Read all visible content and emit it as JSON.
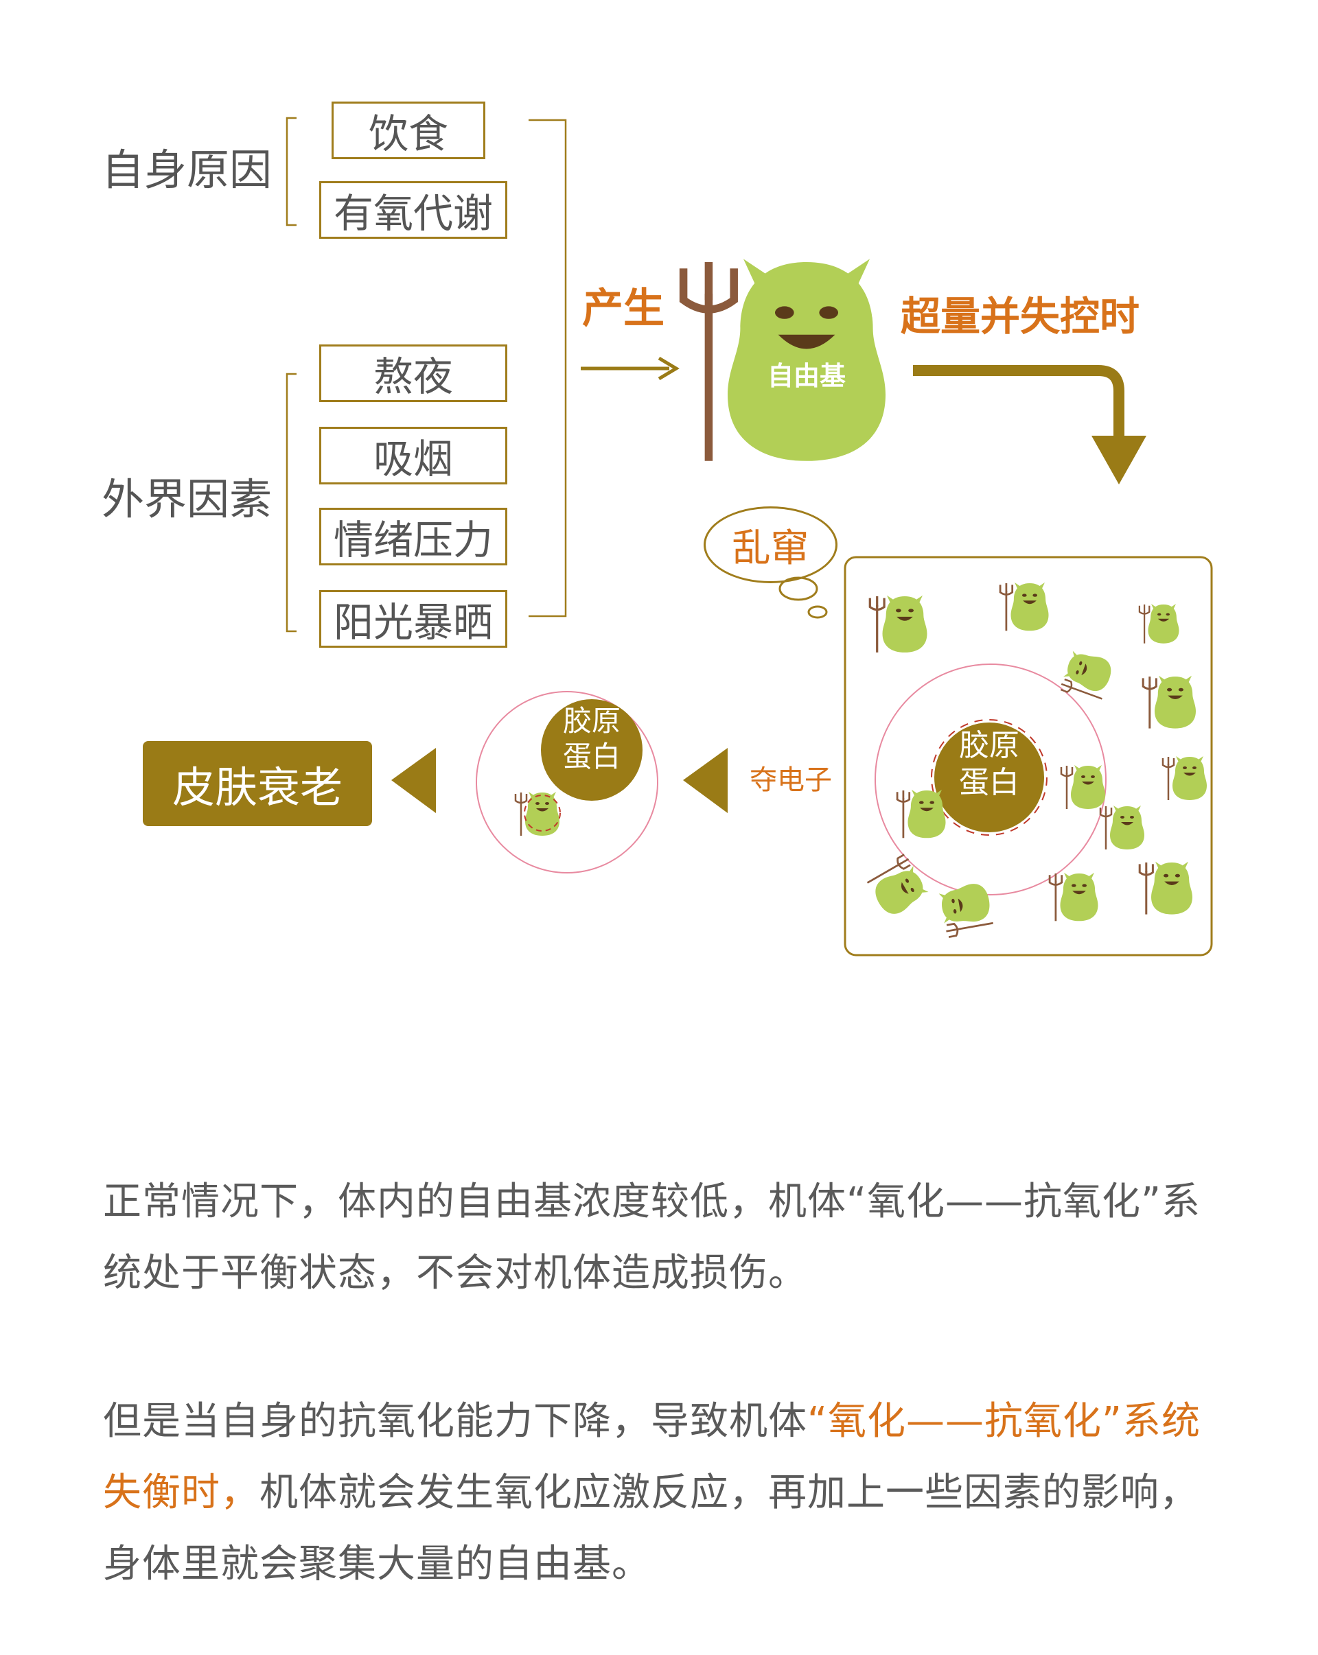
{
  "groups": {
    "internal": "自身原因",
    "external": "外界因素"
  },
  "factors": {
    "internal": [
      "饮食",
      "有氧代谢"
    ],
    "external": [
      "熬夜",
      "吸烟",
      "情绪压力",
      "阳光暴晒"
    ]
  },
  "arrow_produce": "产生",
  "free_radical": "自由基",
  "arrow_excess": "超量并失控时",
  "chaos": "乱窜",
  "collagen": "胶原蛋白",
  "collagen_line1": "胶原",
  "collagen_line2": "蛋白",
  "steal_electron": "夺电子",
  "result": "皮肤衰老",
  "colors": {
    "gold": "#a07d1c",
    "gold_dark": "#9a7b16",
    "orange": "#d8721a",
    "green": "#b2cf56",
    "brown": "#8b5a3c",
    "pink": "#e88aa0",
    "text": "#555555"
  },
  "paragraph1": "正常情况下，体内的自由基浓度较低，机体“氧化——抗氧化”系统处于平衡状态，不会对机体造成损伤。",
  "paragraph2": {
    "part1": "但是当自身的抗氧化能力下降，导致机体",
    "highlight": "“氧化——抗氧化”系统失衡时，",
    "part2": "机体就会发生氧化应激反应，再加上一些因素的影响，身体里就会聚集大量的自由基。"
  }
}
